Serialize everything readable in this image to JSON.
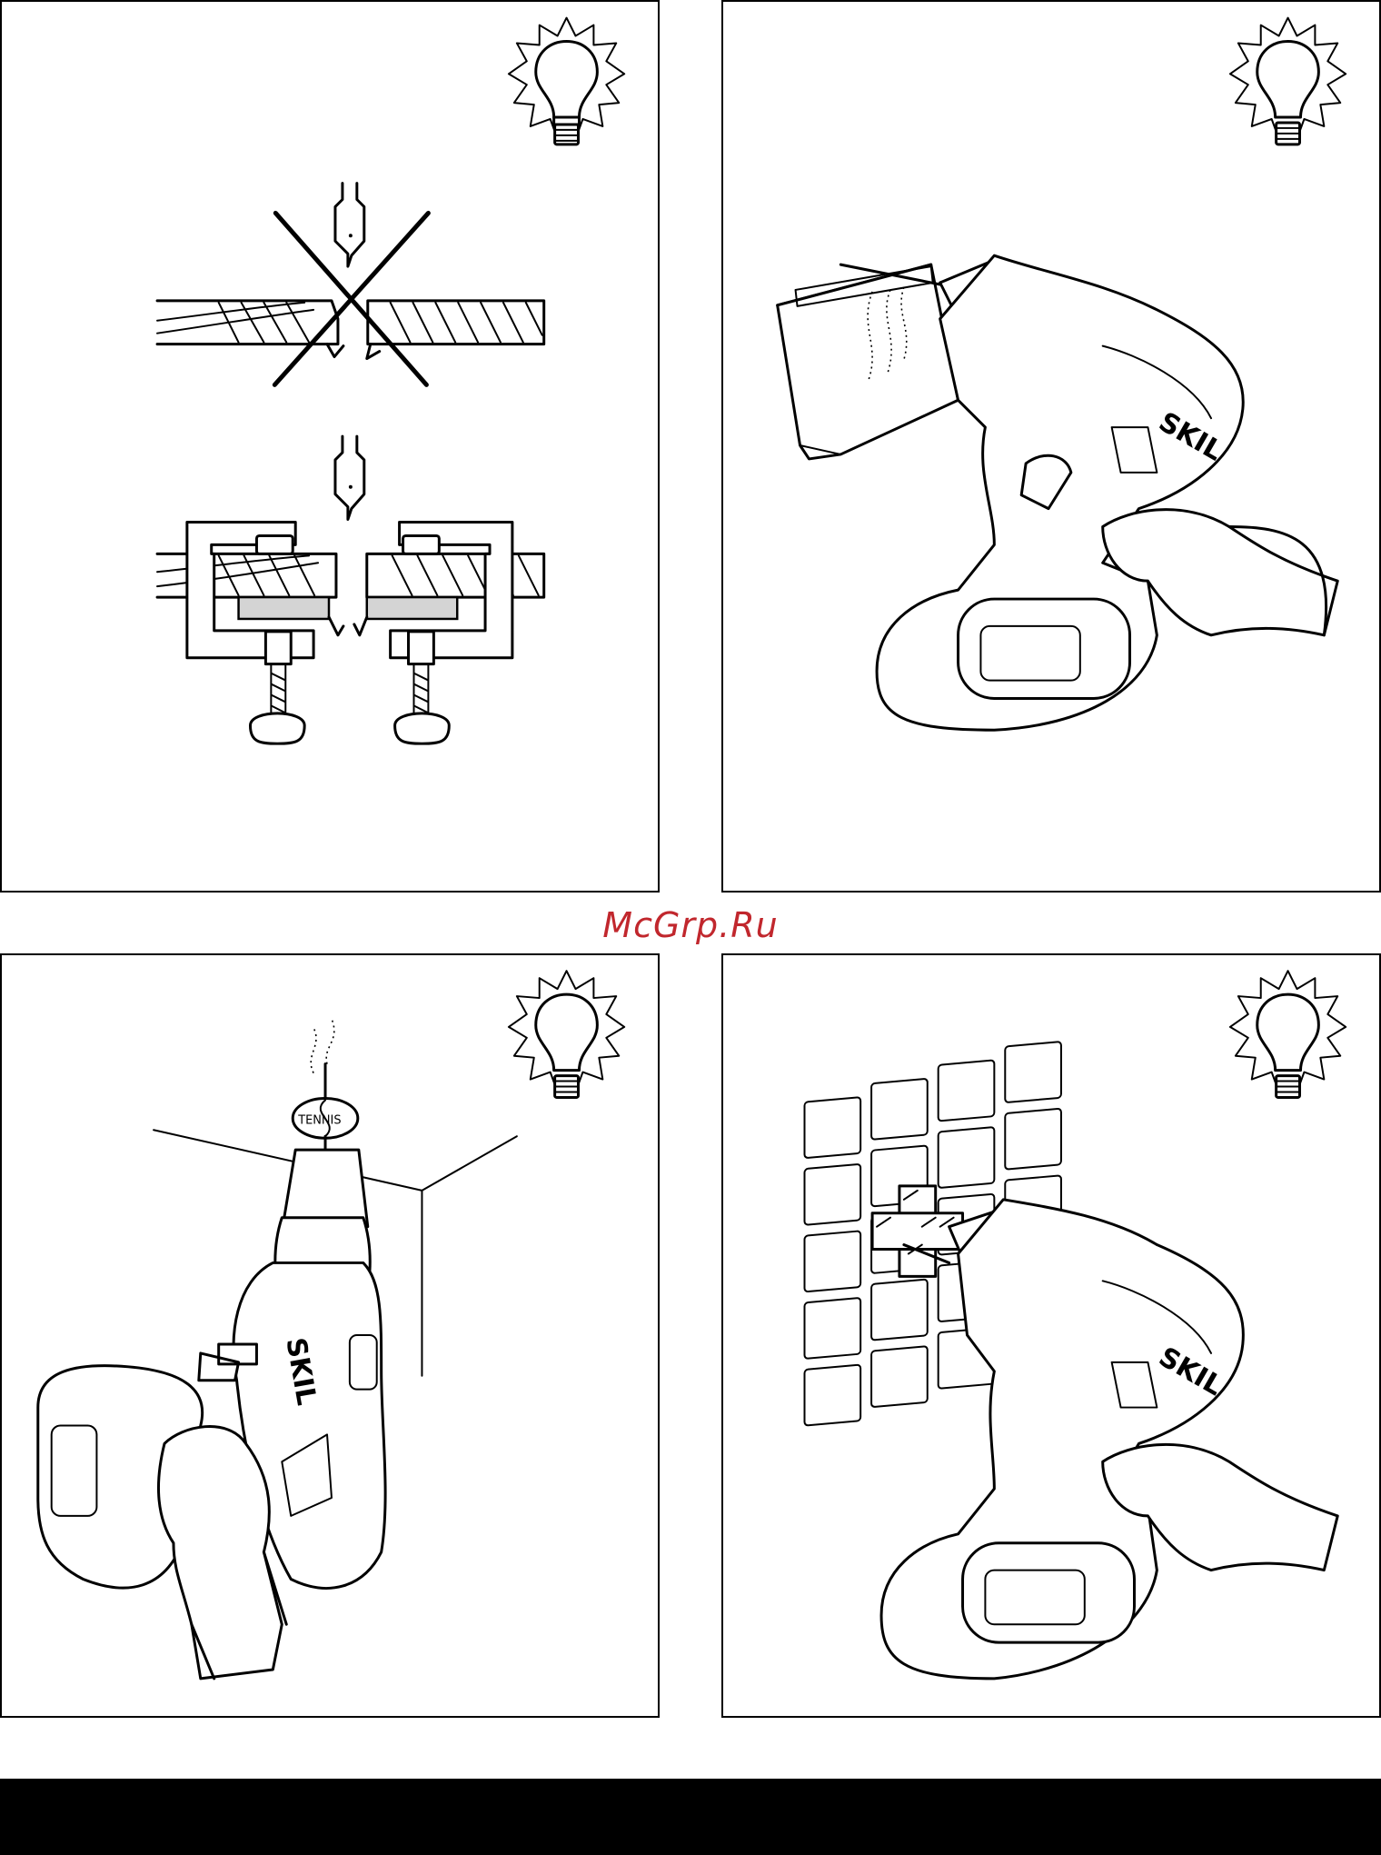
{
  "watermark": "McGrp.Ru",
  "icons": [
    "lightbulb-tip-icon",
    "lightbulb-tip-icon",
    "lightbulb-tip-icon",
    "lightbulb-tip-icon"
  ],
  "panels": [
    {
      "illustration": "wood-splinter-clamping",
      "brand": ""
    },
    {
      "illustration": "drilling-with-dust-bag",
      "brand": "SKIL"
    },
    {
      "illustration": "ceiling-drilling-with-tennis-ball",
      "brand": "SKIL",
      "ball_text": "TENNIS"
    },
    {
      "illustration": "tile-drilling-with-tape",
      "brand": "SKIL"
    }
  ],
  "colors": {
    "watermark": "#c1272d",
    "line": "#000000",
    "shade": "#d4d4d4"
  }
}
